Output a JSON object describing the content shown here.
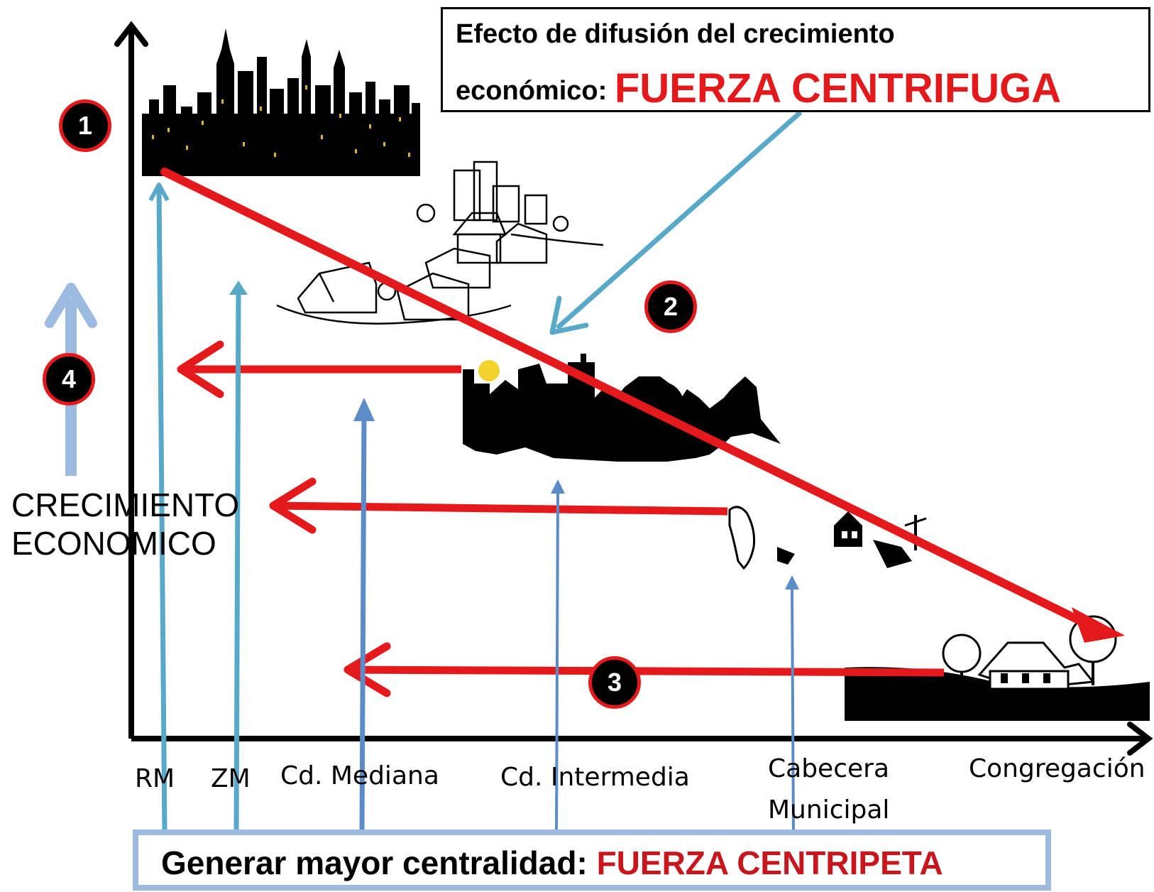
{
  "title": {
    "line1": "Efecto de difusión del crecimiento",
    "line2_prefix": "económico: ",
    "line2_highlight": "FUERZA CENTRIFUGA"
  },
  "bottom_banner": {
    "prefix": "Generar mayor centralidad: ",
    "highlight": "FUERZA CENTRIPETA"
  },
  "y_axis_label": {
    "line1": "CRECIMIENTO",
    "line2": "ECONOMICO"
  },
  "x_categories": [
    {
      "label": "RM"
    },
    {
      "label": "ZM"
    },
    {
      "label": "Cd. Mediana"
    },
    {
      "label": "Cd. Intermedia"
    },
    {
      "label": "Cabecera",
      "label2": "Municipal"
    },
    {
      "label": "Congregación"
    }
  ],
  "badges": [
    "1",
    "2",
    "3",
    "4"
  ],
  "colors": {
    "centrifugal_red": "#e3191b",
    "centripetal_blue": "#5b8cc8",
    "teal": "#58a9c9",
    "light_blue": "#9dbbe0",
    "axis": "#000000"
  },
  "icons": [
    "metropolis-skyline-icon",
    "suburban-houses-icon",
    "medium-city-silhouette-icon",
    "small-town-icon",
    "farmhouse-icon"
  ]
}
